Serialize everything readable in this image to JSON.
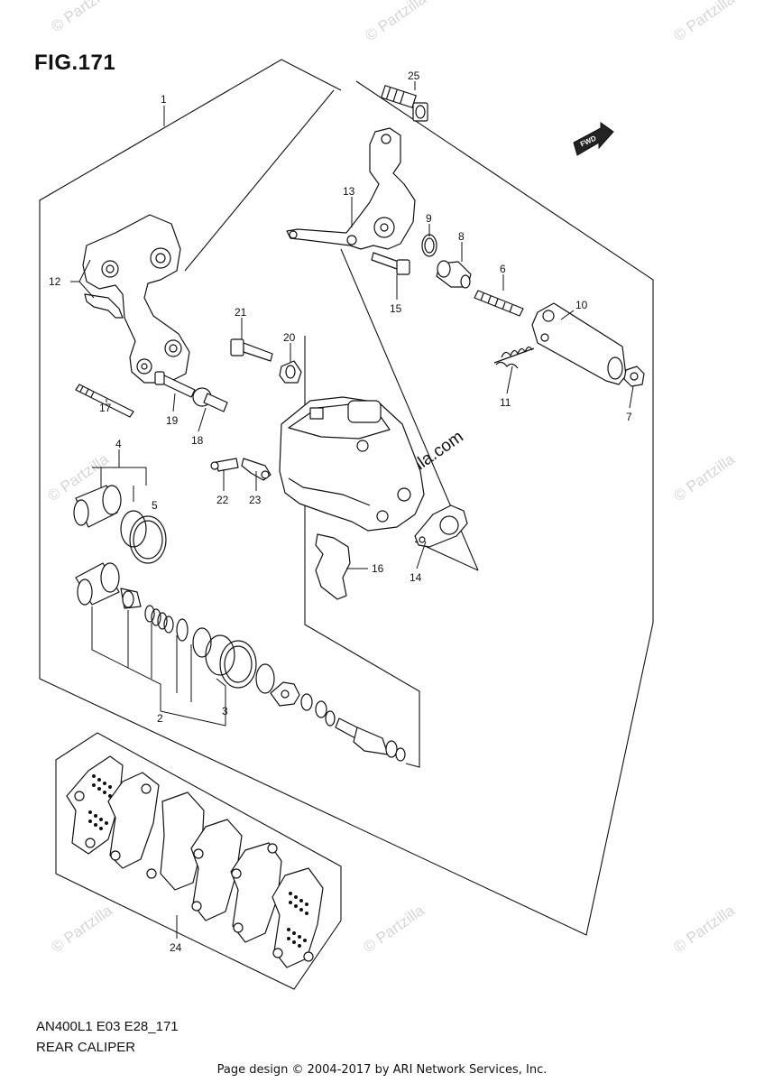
{
  "header": {
    "title": "FIG.171"
  },
  "watermarks": {
    "repeat": "© Partzilla",
    "center": "© Partzilla.com"
  },
  "fwd_label": "FWD",
  "callouts": [
    "1",
    "2",
    "3",
    "4",
    "5",
    "6",
    "7",
    "8",
    "9",
    "10",
    "11",
    "12",
    "13",
    "14",
    "15",
    "16",
    "17",
    "18",
    "19",
    "20",
    "21",
    "22",
    "23",
    "24",
    "25"
  ],
  "footer": {
    "model_code": "AN400L1 E03 E28_171",
    "section_name": "REAR CALIPER",
    "page_design": "Page design © 2004-2017 by ARI Network Services, Inc."
  },
  "colors": {
    "line": "#111111",
    "watermark": "#d6d6d6",
    "background": "#ffffff"
  }
}
